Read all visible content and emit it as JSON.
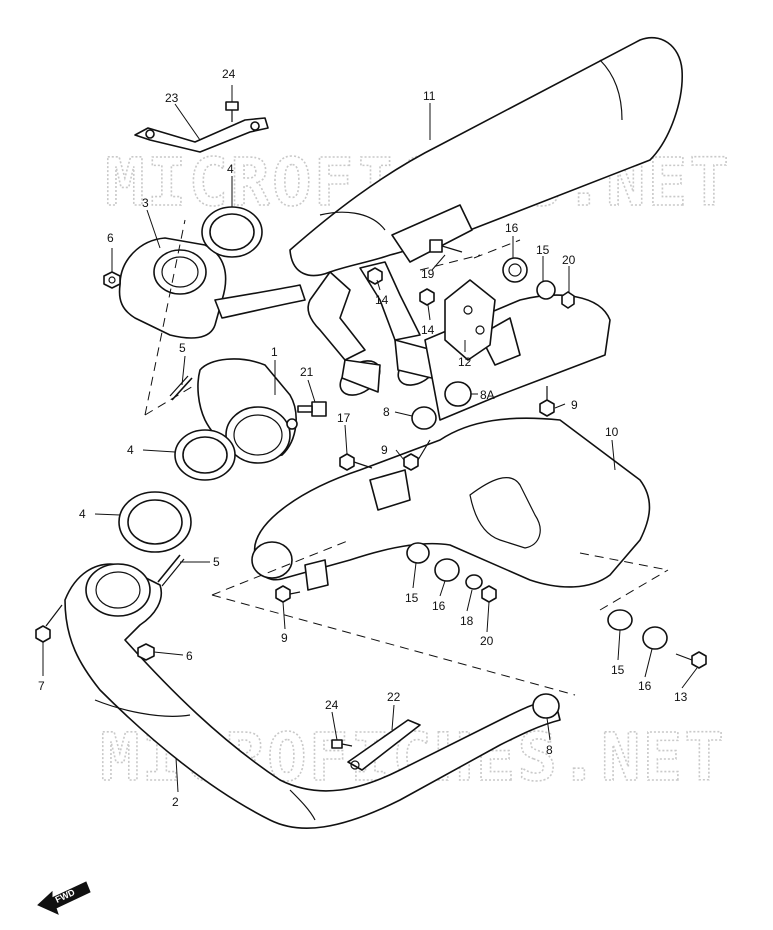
{
  "watermark": "MICROFICHES.NET",
  "fwd_label": "FWD",
  "callouts": {
    "c24a": "24",
    "c23": "23",
    "c11": "11",
    "c4a": "4",
    "c3": "3",
    "c6a": "6",
    "c16a": "16",
    "c15a": "15",
    "c20a": "20",
    "c19": "19",
    "c14a": "14",
    "c14b": "14",
    "c12": "12",
    "c5a": "5",
    "c1": "1",
    "c21": "21",
    "c8a": "8A",
    "c8b": "8",
    "c9a": "9",
    "c17": "17",
    "c9b": "9",
    "c10": "10",
    "c4b": "4",
    "c4c": "4",
    "c5b": "5",
    "c7": "7",
    "c6b": "6",
    "c15b": "15",
    "c16b": "16",
    "c18": "18",
    "c20b": "20",
    "c9c": "9",
    "c15c": "15",
    "c16c": "16",
    "c13": "13",
    "c24b": "24",
    "c22": "22",
    "c8c": "8",
    "c2": "2"
  },
  "colors": {
    "line": "#111111",
    "watermark": "#c9c9c9",
    "background": "#ffffff"
  }
}
